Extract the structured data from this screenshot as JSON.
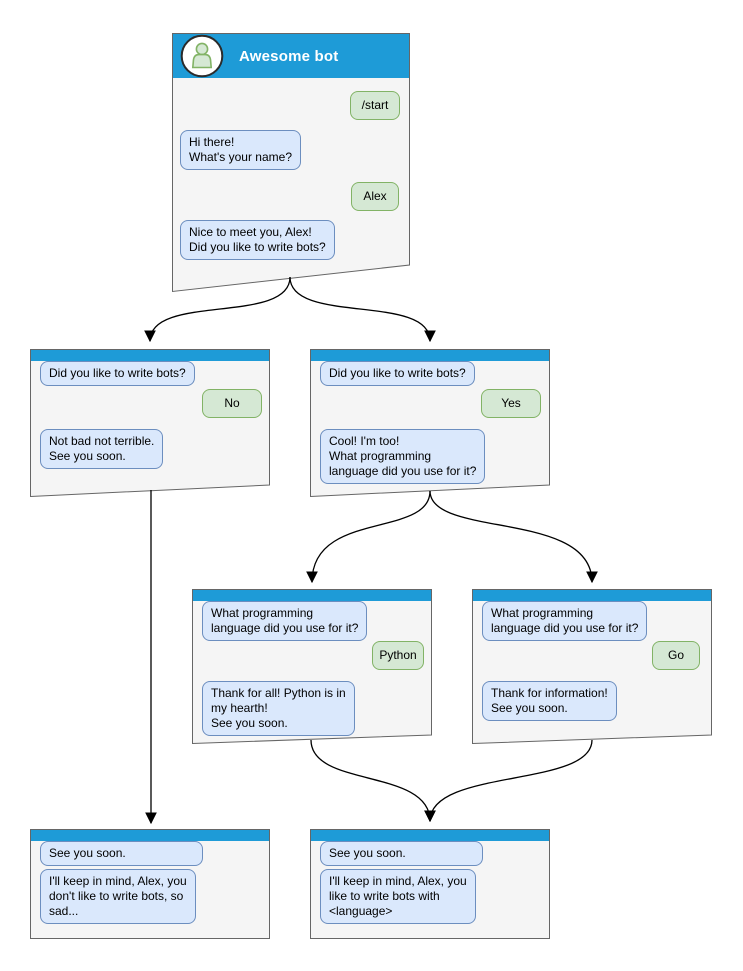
{
  "colors": {
    "header-blue": "#1E9BD7",
    "window-fill": "#F5F5F5",
    "window-stroke": "#666666",
    "bot-bubble-fill": "#DAE8FC",
    "bot-bubble-stroke": "#6C8EBF",
    "user-bubble-fill": "#D5E8D4",
    "user-bubble-stroke": "#82B366",
    "connector": "#000000",
    "title-text": "#FFFFFF",
    "message-text": "#000000"
  },
  "windows": {
    "main": {
      "title": "Awesome bot",
      "avatar": "person-icon",
      "messages": [
        {
          "sender": "user",
          "text": "/start"
        },
        {
          "sender": "bot",
          "text": "Hi there!\nWhat's your name?"
        },
        {
          "sender": "user",
          "text": "Alex"
        },
        {
          "sender": "bot",
          "text": "Nice to meet you, Alex!\nDid you like to write bots?"
        }
      ]
    },
    "branch_no": {
      "messages": [
        {
          "sender": "bot",
          "text": "Did you like to write bots?"
        },
        {
          "sender": "user",
          "text": "No"
        },
        {
          "sender": "bot",
          "text": "Not bad not terrible.\nSee you soon."
        }
      ]
    },
    "branch_yes": {
      "messages": [
        {
          "sender": "bot",
          "text": "Did you like to write bots?"
        },
        {
          "sender": "user",
          "text": "Yes"
        },
        {
          "sender": "bot",
          "text": "Cool! I'm too!\nWhat programming\nlanguage did you use for it?"
        }
      ]
    },
    "branch_python": {
      "messages": [
        {
          "sender": "bot",
          "text": "What programming\nlanguage did you use for it?"
        },
        {
          "sender": "user",
          "text": "Python"
        },
        {
          "sender": "bot",
          "text": "Thank for all! Python is in\nmy hearth!\nSee you soon."
        }
      ]
    },
    "branch_go": {
      "messages": [
        {
          "sender": "bot",
          "text": "What programming\nlanguage did you use for it?"
        },
        {
          "sender": "user",
          "text": "Go"
        },
        {
          "sender": "bot",
          "text": "Thank for information!\nSee you soon."
        }
      ]
    },
    "end_no": {
      "messages": [
        {
          "sender": "bot",
          "text": "See you soon."
        },
        {
          "sender": "bot",
          "text": "I'll keep in mind, Alex, you\ndon't like to write bots, so\nsad..."
        }
      ]
    },
    "end_yes": {
      "messages": [
        {
          "sender": "bot",
          "text": "See you soon."
        },
        {
          "sender": "bot",
          "text": "I'll keep in mind, Alex, you\nlike to write bots with\n<language>"
        }
      ]
    }
  }
}
